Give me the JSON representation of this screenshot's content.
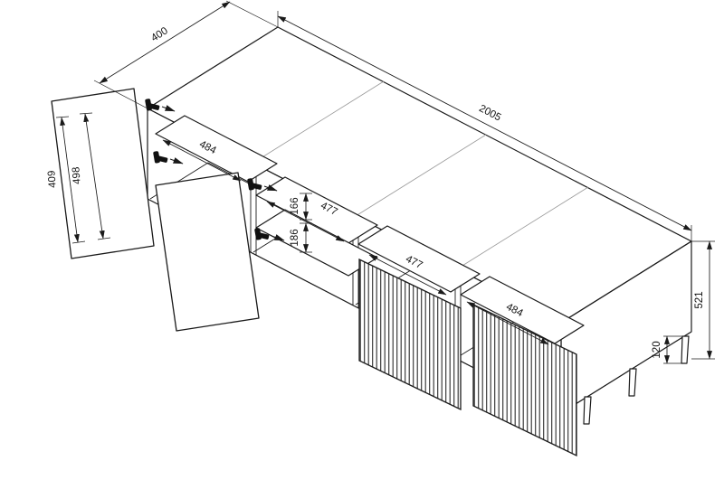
{
  "drawing": {
    "dims": {
      "depth": "400",
      "width": "2005",
      "height": "521",
      "leg_height": "120",
      "door_a": "409",
      "door_b": "498",
      "comp1": "484",
      "comp2": "477",
      "comp3": "477",
      "comp4": "484",
      "gap_top": "166",
      "gap_bottom": "186"
    },
    "colors": {
      "line": "#1a1a1a",
      "background": "#ffffff",
      "hardware": "#111111"
    }
  }
}
